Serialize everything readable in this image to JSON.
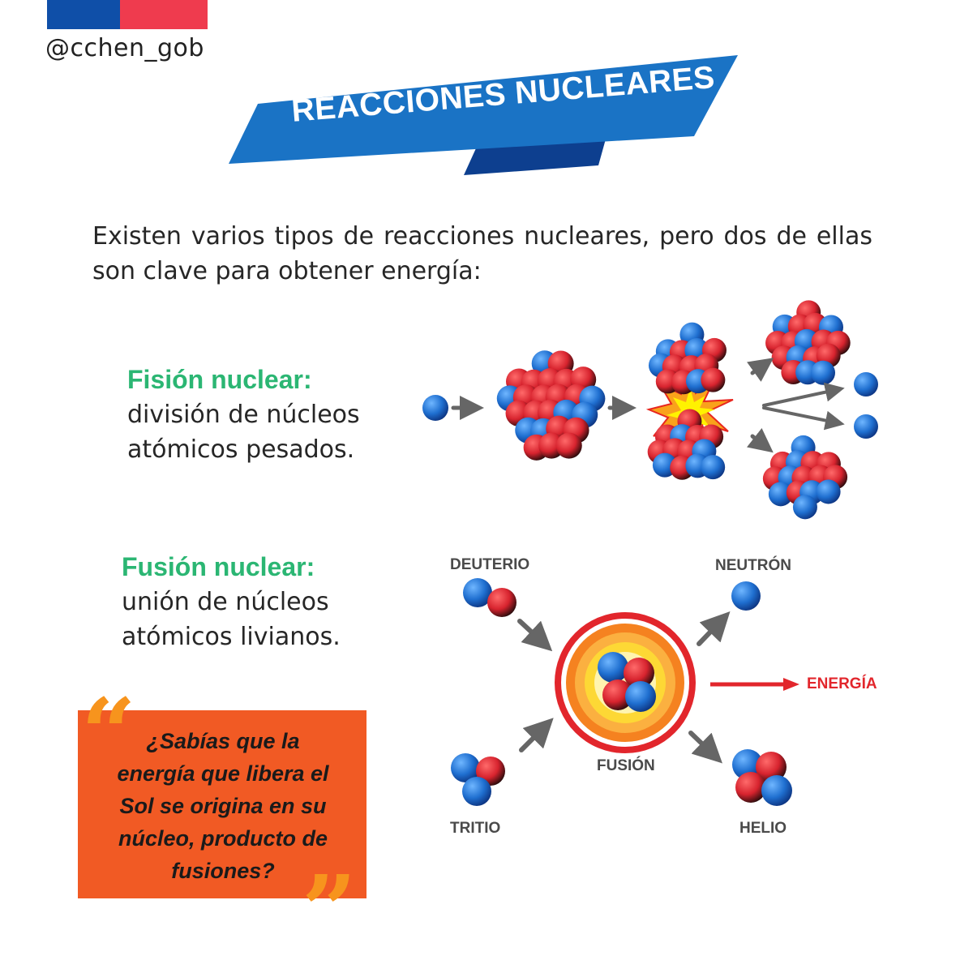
{
  "header": {
    "handle": "@cchen_gob",
    "flag_colors": {
      "blue": "#0f4fa8",
      "red": "#ef3b4e"
    }
  },
  "title": "REACCIONES NUCLEARES",
  "intro": "Existen varios tipos de reacciones nucleares, pero dos de ellas son clave para obtener energía:",
  "fision": {
    "title": "Fisión nuclear:",
    "desc_line1": "división de núcleos",
    "desc_line2": "atómicos pesados."
  },
  "fusion": {
    "title": "Fusión nuclear:",
    "desc_line1": "unión de núcleos",
    "desc_line2": "atómicos livianos."
  },
  "fusion_diagram": {
    "deuterio": "DEUTERIO",
    "tritio": "TRITIO",
    "fusion": "FUSIÓN",
    "neutron": "NEUTRÓN",
    "helio": "HELIO",
    "energia": "ENERGÍA"
  },
  "quote": {
    "line1": "¿Sabías que la",
    "line2": "energía que libera el",
    "line3": "Sol se origina en su",
    "line4": "núcleo, producto de",
    "line5": "fusiones?"
  },
  "colors": {
    "banner_blue": "#1a73c5",
    "banner_dark": "#0d3f8f",
    "accent_green": "#2bb673",
    "energy_red": "#e2262c",
    "quote_orange": "#f15a24",
    "quote_marks": "#f7941d",
    "proton": "#d7232e",
    "neutron": "#1f6fd0"
  },
  "icons": {
    "neutron": "neutron-sphere-icon",
    "proton": "proton-sphere-icon",
    "explosion": "explosion-icon",
    "arrow": "arrow-icon"
  }
}
